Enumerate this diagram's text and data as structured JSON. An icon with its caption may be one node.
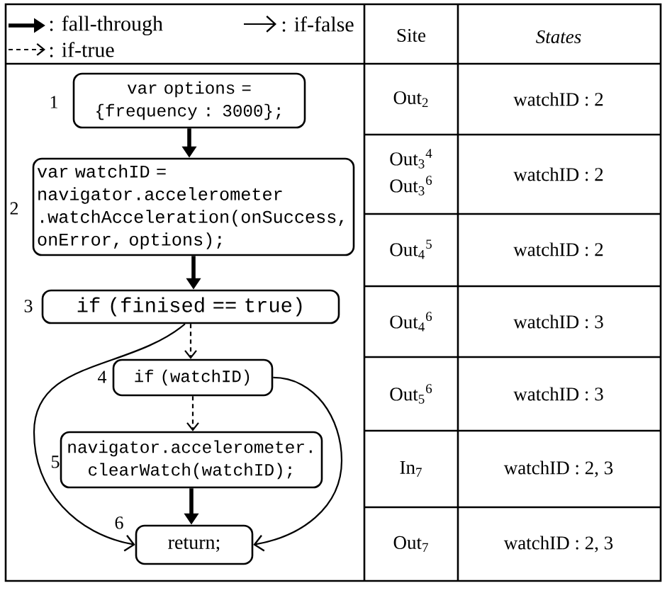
{
  "diagram": {
    "nodes": [
      {
        "text": [
          "var options = {frequency : 3000};"
        ],
        "beside": [
          "1"
        ]
      },
      {
        "text": [
          "var watchID = navigator.accelerometer .watchAcceleration(onSuccess, onError, options);"
        ],
        "beside": [
          "2"
        ]
      },
      {
        "text": [
          "if (finised == true)"
        ],
        "beside": [
          "3"
        ]
      },
      {
        "text": [
          "if (watchID)"
        ],
        "beside": [
          "4"
        ]
      },
      {
        "text": [
          "navigator.accelerometer. clearWatch(watchID);"
        ],
        "beside": [
          "5"
        ]
      },
      {
        "text": [
          "return;"
        ],
        "beside": [
          "6"
        ]
      }
    ],
    "edges": [
      {
        "from": 0,
        "to": 1,
        "arrow": "to",
        "style": "thick"
      },
      {
        "from": 1,
        "to": 2,
        "arrow": "to",
        "style": "thick"
      },
      {
        "from": 2,
        "to": 3,
        "arrow": "to",
        "style": "dashed"
      },
      {
        "from": 2,
        "to": 5,
        "arrow": "to"
      },
      {
        "from": 3,
        "to": 4,
        "arrow": "to",
        "style": "dashed"
      },
      {
        "from": 3,
        "to": 5,
        "arrow": "to"
      },
      {
        "from": 4,
        "to": 5,
        "arrow": "to",
        "style": "thick"
      }
    ],
    "labels": [
      "Site",
      "States",
      "Out$_{2}$",
      "watchID : 2",
      "Out$_{3}$$^{4}$",
      "Out$_{3}$$^{6}$",
      "watchID : 2",
      "Out$_{4}$$^{5}$",
      "watchID : 2",
      "Out$_{4}$$^{6}$",
      "watchID : 3",
      "Out$_{5}$$^{6}$",
      "watchID : 3",
      "In$_{7}$",
      "watchID : 2, 3",
      "Out$_{7}$",
      "watchID : 2, 3"
    ],
    "legend": [
      {
        "text": ": fall-through"
      },
      {
        "text": ": if-false"
      },
      {
        "text": ": if-true"
      }
    ]
  }
}
